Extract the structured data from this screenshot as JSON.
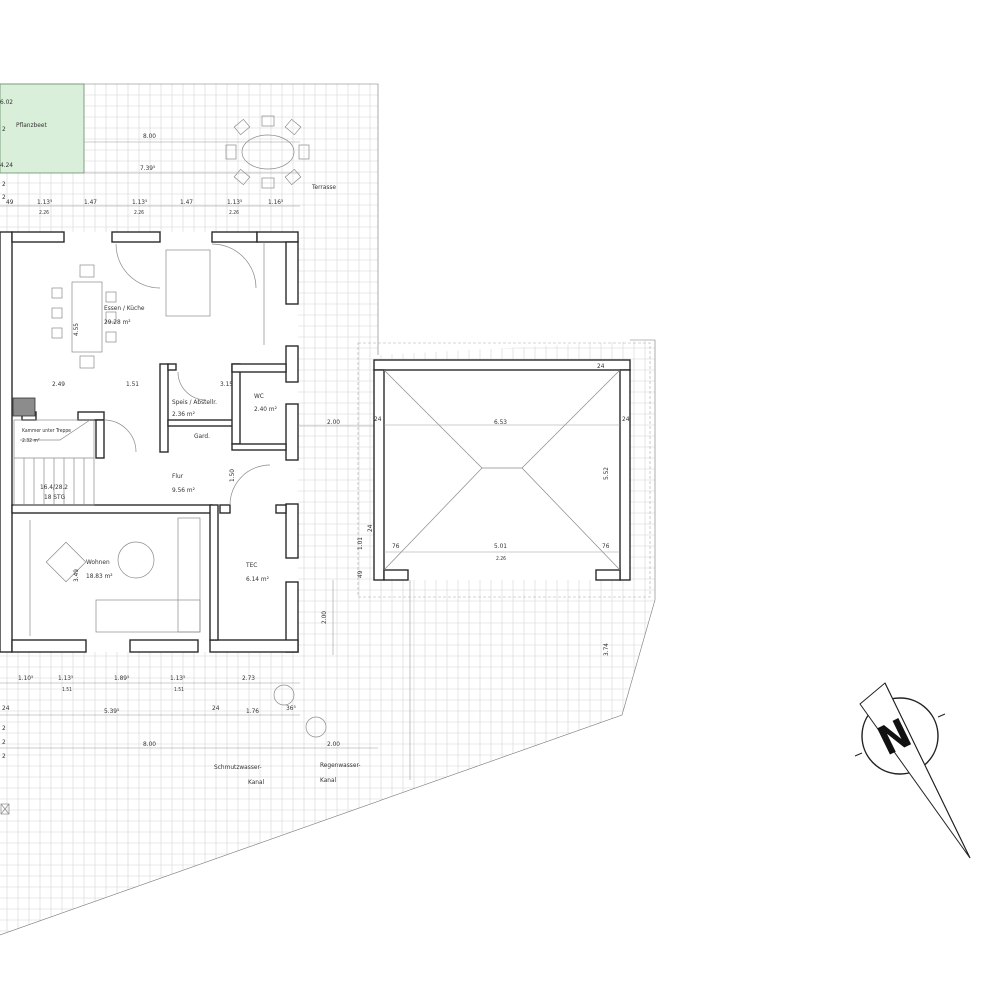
{
  "rooms": {
    "pflanzbeet": "Pflanzbeet",
    "terrasse": "Terrasse",
    "essen_name": "Essen / Küche",
    "essen_area": "29.28 m²",
    "speis_name": "Speis / Abstellr.",
    "speis_area": "2.36 m²",
    "wc_name": "WC",
    "wc_area": "2.40 m²",
    "gard": "Gard.",
    "kammer_name": "Kammer unter Treppe",
    "kammer_area": "2.32 m²",
    "stairs_1": "16.4/28.2",
    "stairs_2": "18 STG",
    "flur_name": "Flur",
    "flur_area": "9.56 m²",
    "wohnen_name": "Wohnen",
    "wohnen_area": "18.83 m²",
    "tec_name": "TEC",
    "tec_area": "6.14 m²",
    "schmutz_1": "Schmutzwasser-",
    "schmutz_2": "Kanal",
    "regen_1": "Regenwasser-",
    "regen_2": "Kanal",
    "north": "N"
  },
  "dims": {
    "top_left_a": "6.02",
    "top_left_b": "2",
    "top_left_c": "4.24",
    "top_left_d": "2",
    "top_left_e": "2",
    "top_left_f": "49",
    "top_800": "8.00",
    "top_739": "7.39⁵",
    "t1": "1.13⁵",
    "t1s": "2.26",
    "t2": "1.47",
    "t3": "1.13⁵",
    "t3s": "2.26",
    "t4": "1.47",
    "t5": "1.13⁵",
    "t5s": "2.26",
    "t6": "1.16⁵",
    "d455": "4.55",
    "d249": "2.49",
    "d151": "1.51",
    "d315": "3.15",
    "d200_mid": "2.00",
    "d150": "1.50",
    "d349": "3.49",
    "d200_v": "2.00",
    "g653": "6.53",
    "g552": "5.52",
    "g24a": "24",
    "g24b": "24",
    "g24c": "24",
    "g24d": "24",
    "g101": "1.01",
    "g49": "49",
    "g76a": "76",
    "g501": "5.01",
    "g501s": "2.26",
    "g76b": "76",
    "g374": "3.74",
    "b1": "1.10⁵",
    "b2": "1.13⁵",
    "b2s": "1.51",
    "b3": "1.89⁵",
    "b4": "1.13⁵",
    "b4s": "1.51",
    "b5": "2.73",
    "b24a": "24",
    "b539": "5.39⁵",
    "b24b": "24",
    "b176": "1.76",
    "b365": "36⁵",
    "b800": "8.00",
    "b200": "2.00",
    "left_2a": "2",
    "left_2b": "2",
    "left_2c": "2",
    "left_24": "24"
  }
}
